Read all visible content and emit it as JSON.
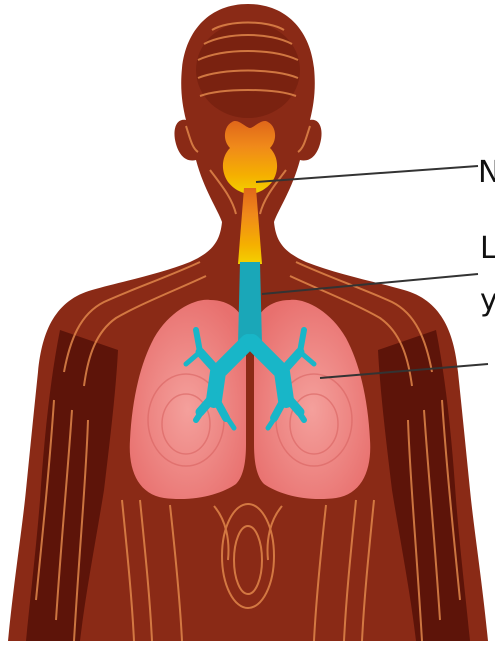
{
  "diagram": {
    "labels": {
      "nose_mouth": "N",
      "upper_airway": "L",
      "upper_airway_line2": "y",
      "lower_airway": "",
      "lower_airway_line2": ""
    },
    "colors": {
      "body": "#8a2a16",
      "body_dark": "#4e0e05",
      "contour": "#e0864a",
      "lungs": "#ef8b8b",
      "lungs_shade": "#e2706f",
      "upper_airway": "#f5a000",
      "trachea": "#1aa7b8",
      "bronchi": "#18b6c8",
      "leader_line": "#333333"
    }
  }
}
